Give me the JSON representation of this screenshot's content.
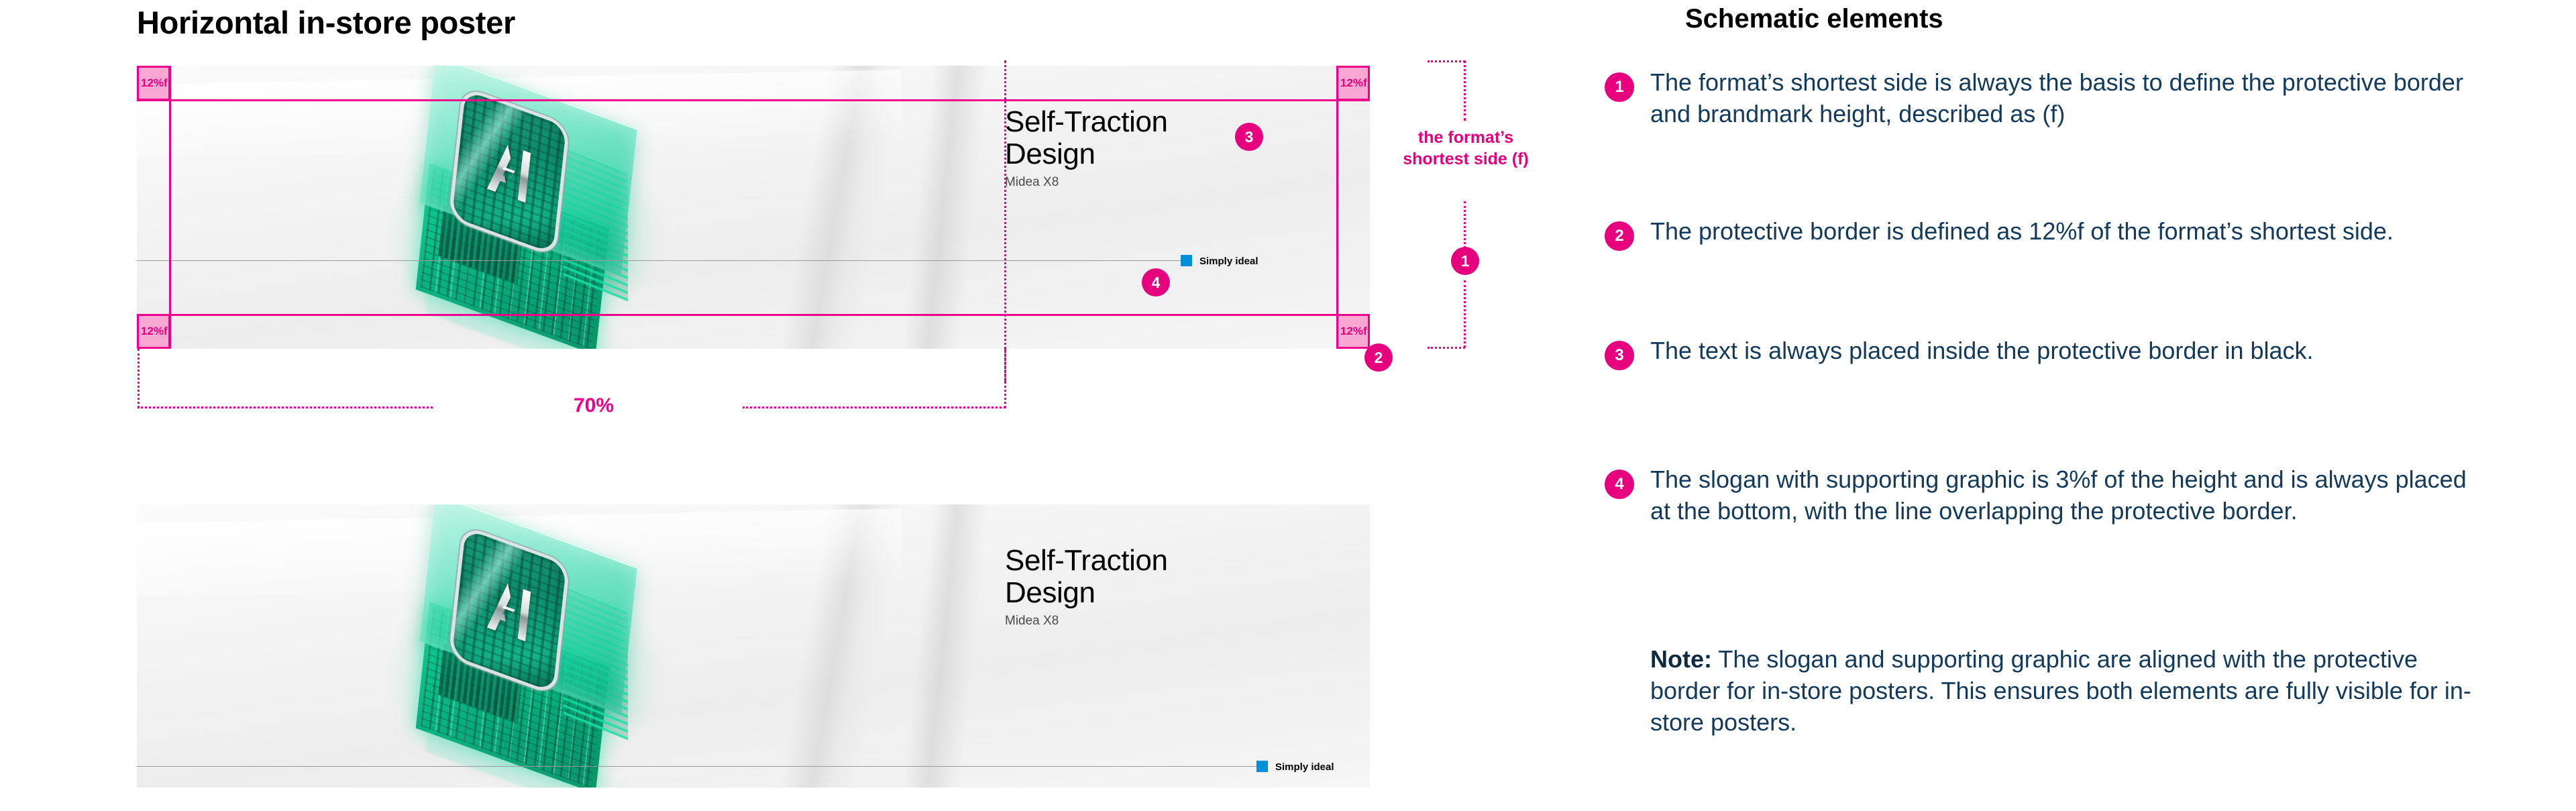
{
  "page": {
    "section_title": "Horizontal in-store poster",
    "right_title": "Schematic elements",
    "accent_magenta": "#ec008c",
    "accent_magenta_deep": "#e6007e",
    "accent_pink_fill": "#f9a8d4",
    "slogan_blue": "#0090db",
    "body_navy": "#123a5c",
    "poster_bg": "#f4f4f4"
  },
  "poster": {
    "headline_line1": "Self-Traction",
    "headline_line2": "Design",
    "subline": "Midea X8",
    "slogan": "Simply ideal",
    "brandmark_icon": "blue-square-brandmark"
  },
  "annotations": {
    "border_label": "12%f",
    "border_label_top_left": "12%f",
    "border_label_top_right": "12%f",
    "border_label_bottom_left": "12%f",
    "border_label_bottom_right": "12%f",
    "width_dimension": "70%",
    "shortest_side_line1": "the format’s",
    "shortest_side_line2": "shortest side (f)",
    "badges": [
      "1",
      "2",
      "3",
      "4"
    ]
  },
  "schematic_notes": [
    {
      "number": "1",
      "text": "The format’s shortest side is always the basis to define the protective border and brandmark height, described as (f)"
    },
    {
      "number": "2",
      "text": "The protective border is defined as 12%f of the format’s shortest side."
    },
    {
      "number": "3",
      "text": "The text is always placed inside the protective border in black."
    },
    {
      "number": "4",
      "text": "The slogan with supporting graphic is 3%f of the height and is always placed at the bottom, with the line overlapping the protective border."
    }
  ],
  "note_block": {
    "label": "Note:",
    "text": " The slogan and supporting graphic are aligned with the protective border for in-store posters. This ensures both elements are fully visible for in-store posters."
  }
}
